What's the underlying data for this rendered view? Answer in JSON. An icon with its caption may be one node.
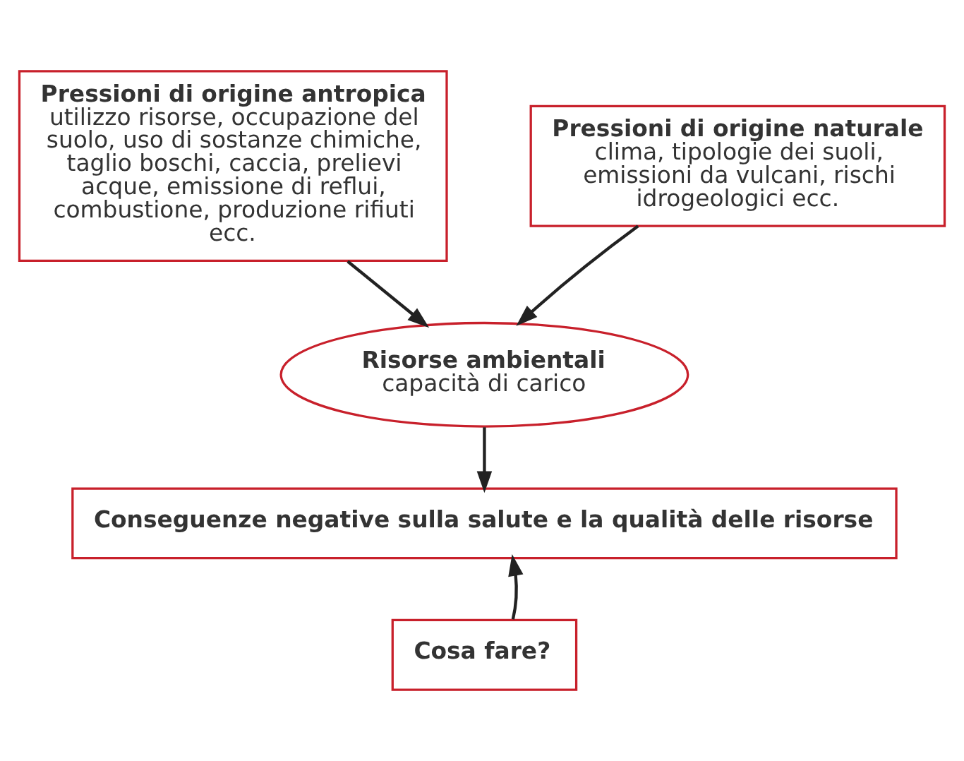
{
  "diagram": {
    "nodes": [
      {
        "text": [
          "Pressioni di origine antropica",
          "utilizzo risorse, occupazione del suolo, uso di sostanze chimiche, taglio boschi, caccia, prelievi acque, emissione di reflui, combustione, produzione rifiuti ecc."
        ]
      },
      {
        "text": [
          "Pressioni di origine naturale",
          "clima, tipologie dei suoli, emissioni da vulcani, rischi idrogeologici ecc."
        ]
      },
      {
        "text": [
          "Risorse ambientali",
          "capacità di carico"
        ]
      },
      {
        "text": [
          "Conseguenze negative sulla salute e la qualità delle risorse"
        ]
      },
      {
        "text": [
          "Cosa fare?"
        ]
      }
    ],
    "edges": [
      {
        "from": 0,
        "to": 2,
        "arrow": "to"
      },
      {
        "from": 1,
        "to": 2,
        "arrow": "to"
      },
      {
        "from": 2,
        "to": 3,
        "arrow": "to"
      },
      {
        "from": 4,
        "to": 3,
        "arrow": "to"
      }
    ]
  }
}
